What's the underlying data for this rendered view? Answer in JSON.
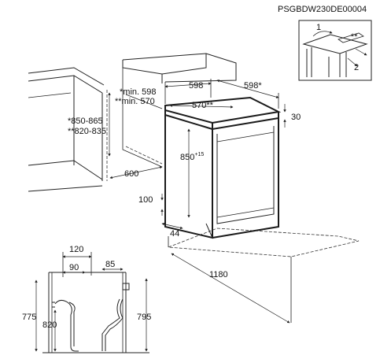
{
  "code": "PSGBDW230DE00004",
  "inset": {
    "step1": "1",
    "step2": "2",
    "note": "**"
  },
  "labels": {
    "niche_height_a": "*850-865",
    "niche_height_b": "**820-835",
    "niche_min_a": "*min. 598",
    "niche_min_b": "**min. 570",
    "niche_depth": "600",
    "width": "598",
    "width_top": "598*",
    "width_panel": "570**",
    "top_height": "30",
    "height_main": "850",
    "height_tolerance": "+15",
    "plinth": "100",
    "plinth_depth": "44",
    "door_open": "1180"
  },
  "side_view": {
    "dim_120": "120",
    "dim_90": "90",
    "dim_85": "85",
    "dim_775": "775",
    "dim_820": "820",
    "dim_795": "795"
  },
  "colors": {
    "line": "#222222",
    "background": "#ffffff"
  }
}
